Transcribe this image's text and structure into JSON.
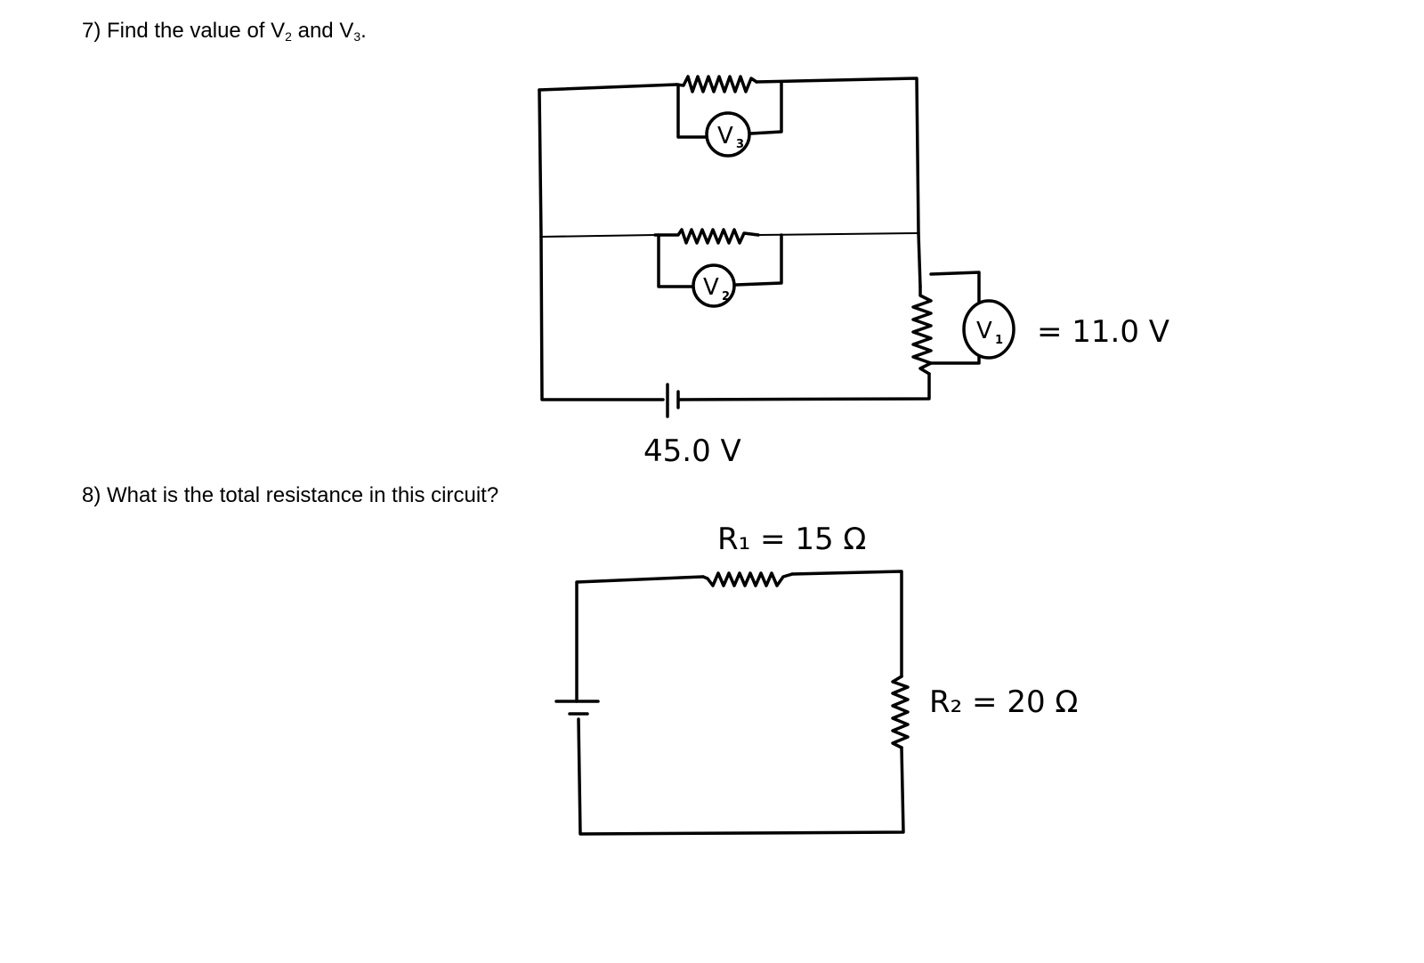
{
  "question7": {
    "prefix": "7) Find the value of V",
    "sub_a": "2",
    "middle": " and V",
    "sub_b": "3",
    "suffix": "."
  },
  "question8": {
    "text": "8) What is the total resistance in this circuit?"
  },
  "circuit1": {
    "meter_top": {
      "letter": "V",
      "sub": "3"
    },
    "meter_mid": {
      "letter": "V",
      "sub": "2"
    },
    "meter_right": {
      "letter": "V",
      "sub": "1"
    },
    "meter_right_reading": "= 11.0 V",
    "battery_label": "45.0 V"
  },
  "circuit2": {
    "r1_label": "R₁ = 15 Ω",
    "r2_label": "R₂ = 20 Ω"
  }
}
